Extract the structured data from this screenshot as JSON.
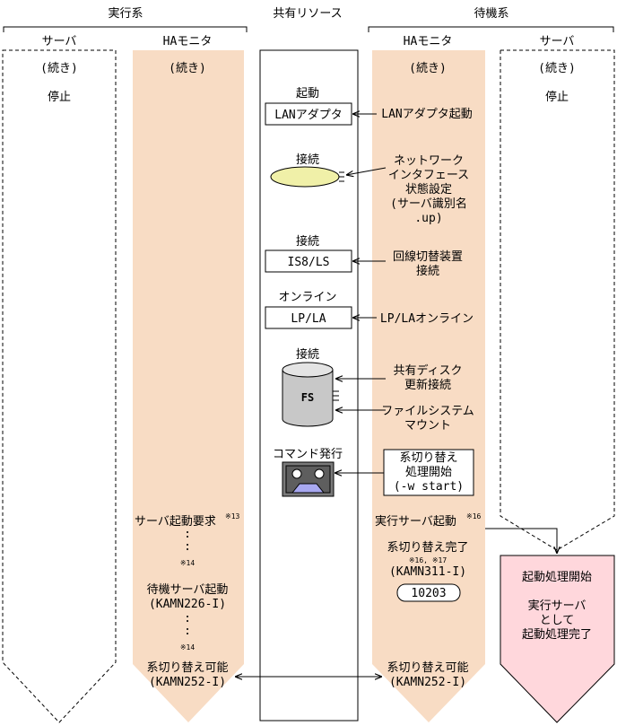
{
  "headers": {
    "active_system": "実行系",
    "shared_resources": "共有リソース",
    "standby_system": "待機系"
  },
  "columns": {
    "active_server": "サーバ",
    "active_monitor": "HAモニタ",
    "standby_monitor": "HAモニタ",
    "standby_server": "サーバ"
  },
  "active_server": {
    "continued": "(続き)",
    "stopped": "停止"
  },
  "active_monitor": {
    "continued": "(続き)",
    "server_start_request": "サーバ起動要求",
    "note_13": "※13",
    "dots_1": ":",
    "dots_2": ":",
    "note_14a": "※14",
    "standby_start_line1": "待機サーバ起動",
    "standby_start_line2": "(KAMN226-I)",
    "dots_3": ":",
    "dots_4": ":",
    "note_14b": "※14",
    "switch_ready_line1": "系切り替え可能",
    "switch_ready_line2": "(KAMN252-I)"
  },
  "shared": {
    "start_label": "起動",
    "lan_adapter": "LANアダプタ",
    "connect_label_1": "接続",
    "connect_label_2": "接続",
    "is8_ls": "IS8/LS",
    "online_label": "オンライン",
    "lp_la": "LP/LA",
    "connect_label_3": "接続",
    "fs": "FS",
    "command_issue": "コマンド発行"
  },
  "standby_monitor": {
    "continued": "(続き)",
    "lan_adapter_start": "LANアダプタ起動",
    "nif_line1": "ネットワーク",
    "nif_line2": "インタフェース",
    "nif_line3": "状態設定",
    "nif_line4": "(サーバ識別名",
    "nif_line5": ".up)",
    "line_switch_1": "回線切替装置",
    "line_switch_2": "接続",
    "lp_la_online": "LP/LAオンライン",
    "disk_1": "共有ディスク",
    "disk_2": "更新接続",
    "mount_1": "ファイルシステム",
    "mount_2": "マウント",
    "switch_start_1": "系切り替え",
    "switch_start_2": "処理開始",
    "switch_start_3": "(-w start)",
    "exec_server_start": "実行サーバ起動",
    "note_16a": "※16",
    "switch_done": "系切り替え完了",
    "note_16_17": "※16, ※17",
    "kamn311": "(KAMN311-I)",
    "code_10203": "10203",
    "switch_ready_line1": "系切り替え可能",
    "switch_ready_line2": "(KAMN252-I)"
  },
  "standby_server": {
    "continued": "(続き)",
    "stopped": "停止",
    "start_processing": "起動処理開始",
    "done_1": "実行サーバ",
    "done_2": "として",
    "done_3": "起動処理完了"
  },
  "colors": {
    "monitor_fill": "#f8dcc4",
    "server_highlight_fill": "#ffd7dc",
    "nic_fill": "#f0f0a8",
    "disk_fill": "#c8c8c8",
    "command_icon_fill": "#7a7a7a",
    "command_icon_tray": "#a8a8f0"
  }
}
